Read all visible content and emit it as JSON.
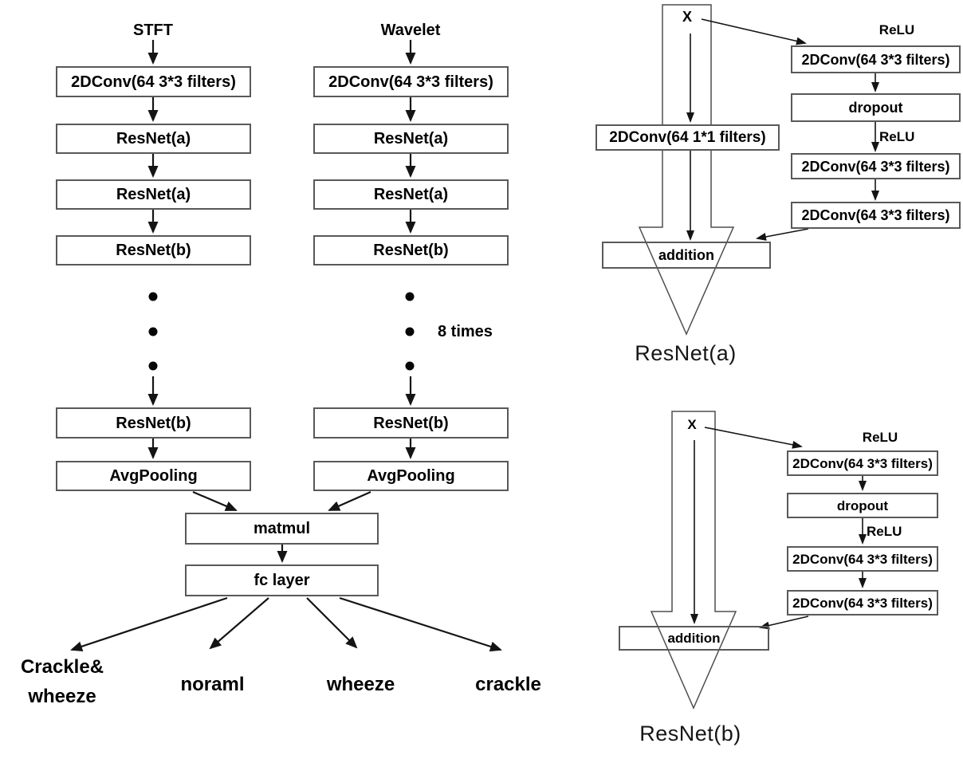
{
  "colors": {
    "background": "#ffffff",
    "box_border": "#595959",
    "arrow": "#141414",
    "text": "#000000"
  },
  "main_flow": {
    "branches": [
      {
        "input": "STFT",
        "layers": [
          "2DConv(64 3*3 filters)",
          "ResNet(a)",
          "ResNet(a)",
          "ResNet(b)",
          "ResNet(b)",
          "AvgPooling"
        ]
      },
      {
        "input": "Wavelet",
        "layers": [
          "2DConv(64 3*3 filters)",
          "ResNet(a)",
          "ResNet(a)",
          "ResNet(b)",
          "ResNet(b)",
          "AvgPooling"
        ]
      }
    ],
    "repeat_note": "8 times",
    "matmul_label": "matmul",
    "fc_label": "fc layer",
    "outputs": [
      "Crackle&\nwheeze",
      "noraml",
      "wheeze",
      "crackle"
    ]
  },
  "resnet_a_detail": {
    "input_label": "X",
    "relu_top": "ReLU",
    "relu_mid": "ReLU",
    "shortcut_conv": "2DConv(64 1*1 filters)",
    "branch_layers": [
      "2DConv(64 3*3 filters)",
      "dropout",
      "2DConv(64 3*3 filters)",
      "2DConv(64 3*3 filters)"
    ],
    "addition_label": "addition",
    "caption": "ResNet(a)"
  },
  "resnet_b_detail": {
    "input_label": "X",
    "relu_top": "ReLU",
    "relu_mid": "ReLU",
    "branch_layers": [
      "2DConv(64 3*3 filters)",
      "dropout",
      "2DConv(64 3*3 filters)",
      "2DConv(64 3*3 filters)"
    ],
    "addition_label": "addition",
    "caption": "ResNet(b)"
  }
}
